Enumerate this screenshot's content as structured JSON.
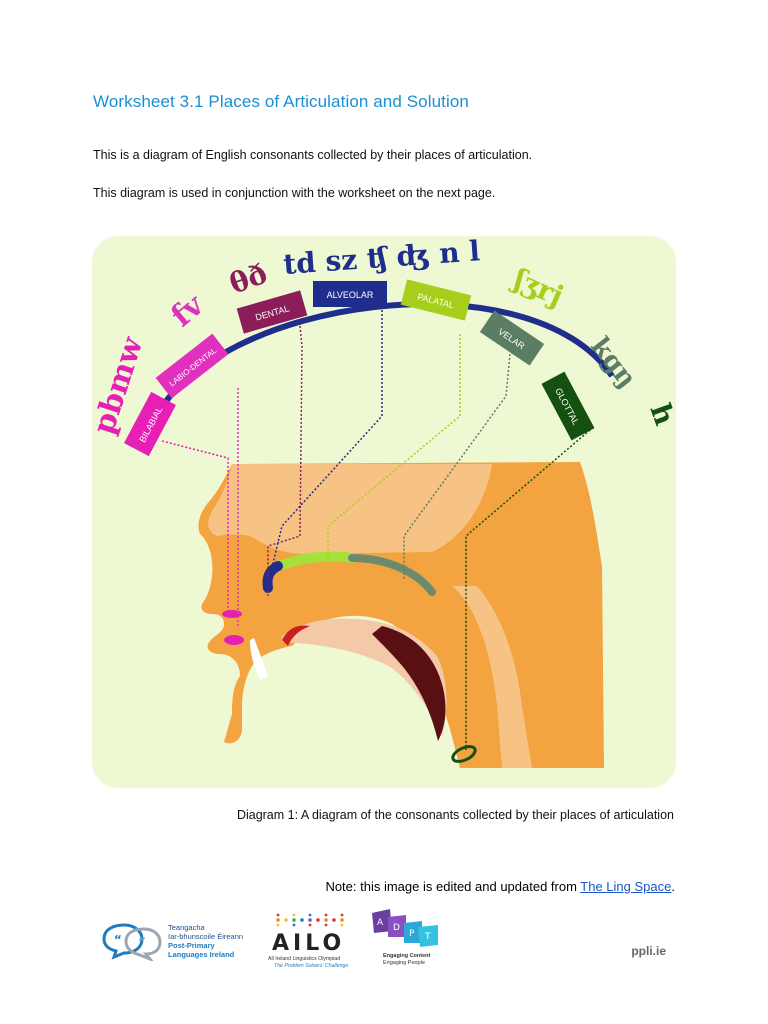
{
  "title": "Worksheet 3.1 Places of Articulation and Solution",
  "intro": [
    "This is a diagram of English consonants collected by their places of articulation.",
    "This diagram is used in conjunction with the worksheet on the next page."
  ],
  "diagram": {
    "places": [
      {
        "label": "BILABIAL",
        "color": "#e81fb5"
      },
      {
        "label": "LABIO-DENTAL",
        "color": "#e12fbe"
      },
      {
        "label": "DENTAL",
        "color": "#8b1e5a"
      },
      {
        "label": "ALVEOLAR",
        "color": "#1f2d8c"
      },
      {
        "label": "PALATAL",
        "color": "#a6cf1c"
      },
      {
        "label": "VELAR",
        "color": "#5a7d63"
      },
      {
        "label": "GLOTTAL",
        "color": "#14500f"
      }
    ],
    "symbols": {
      "bilabial": "pbmw",
      "labiodental": "fv",
      "dental": "θð",
      "alveolar": "td sz ʧ ʤ n l",
      "palatal": "ʃʒrj",
      "velar": "kgŋ",
      "glottal": "h"
    }
  },
  "caption": "Diagram 1: A diagram of the consonants collected by their places of articulation",
  "note": {
    "prefix": "Note: this image is edited and updated from ",
    "link": "The Ling Space",
    "suffix": "."
  },
  "footer": {
    "ppli_lines": [
      "Teangacha",
      "Iar-bhunscoile Éireann",
      "Post-Primary",
      "Languages Ireland"
    ],
    "ailo_name": "AILO",
    "ailo_sub": "All Ireland Linguistics Olympiad",
    "ailo_tagline": "The Problem Solvers' Challenge",
    "adpt_letters": [
      "A",
      "D",
      "P",
      "T"
    ],
    "adpt_sub1": "Engaging Content",
    "adpt_sub2": "Engaging People",
    "site": "ppli.ie"
  }
}
